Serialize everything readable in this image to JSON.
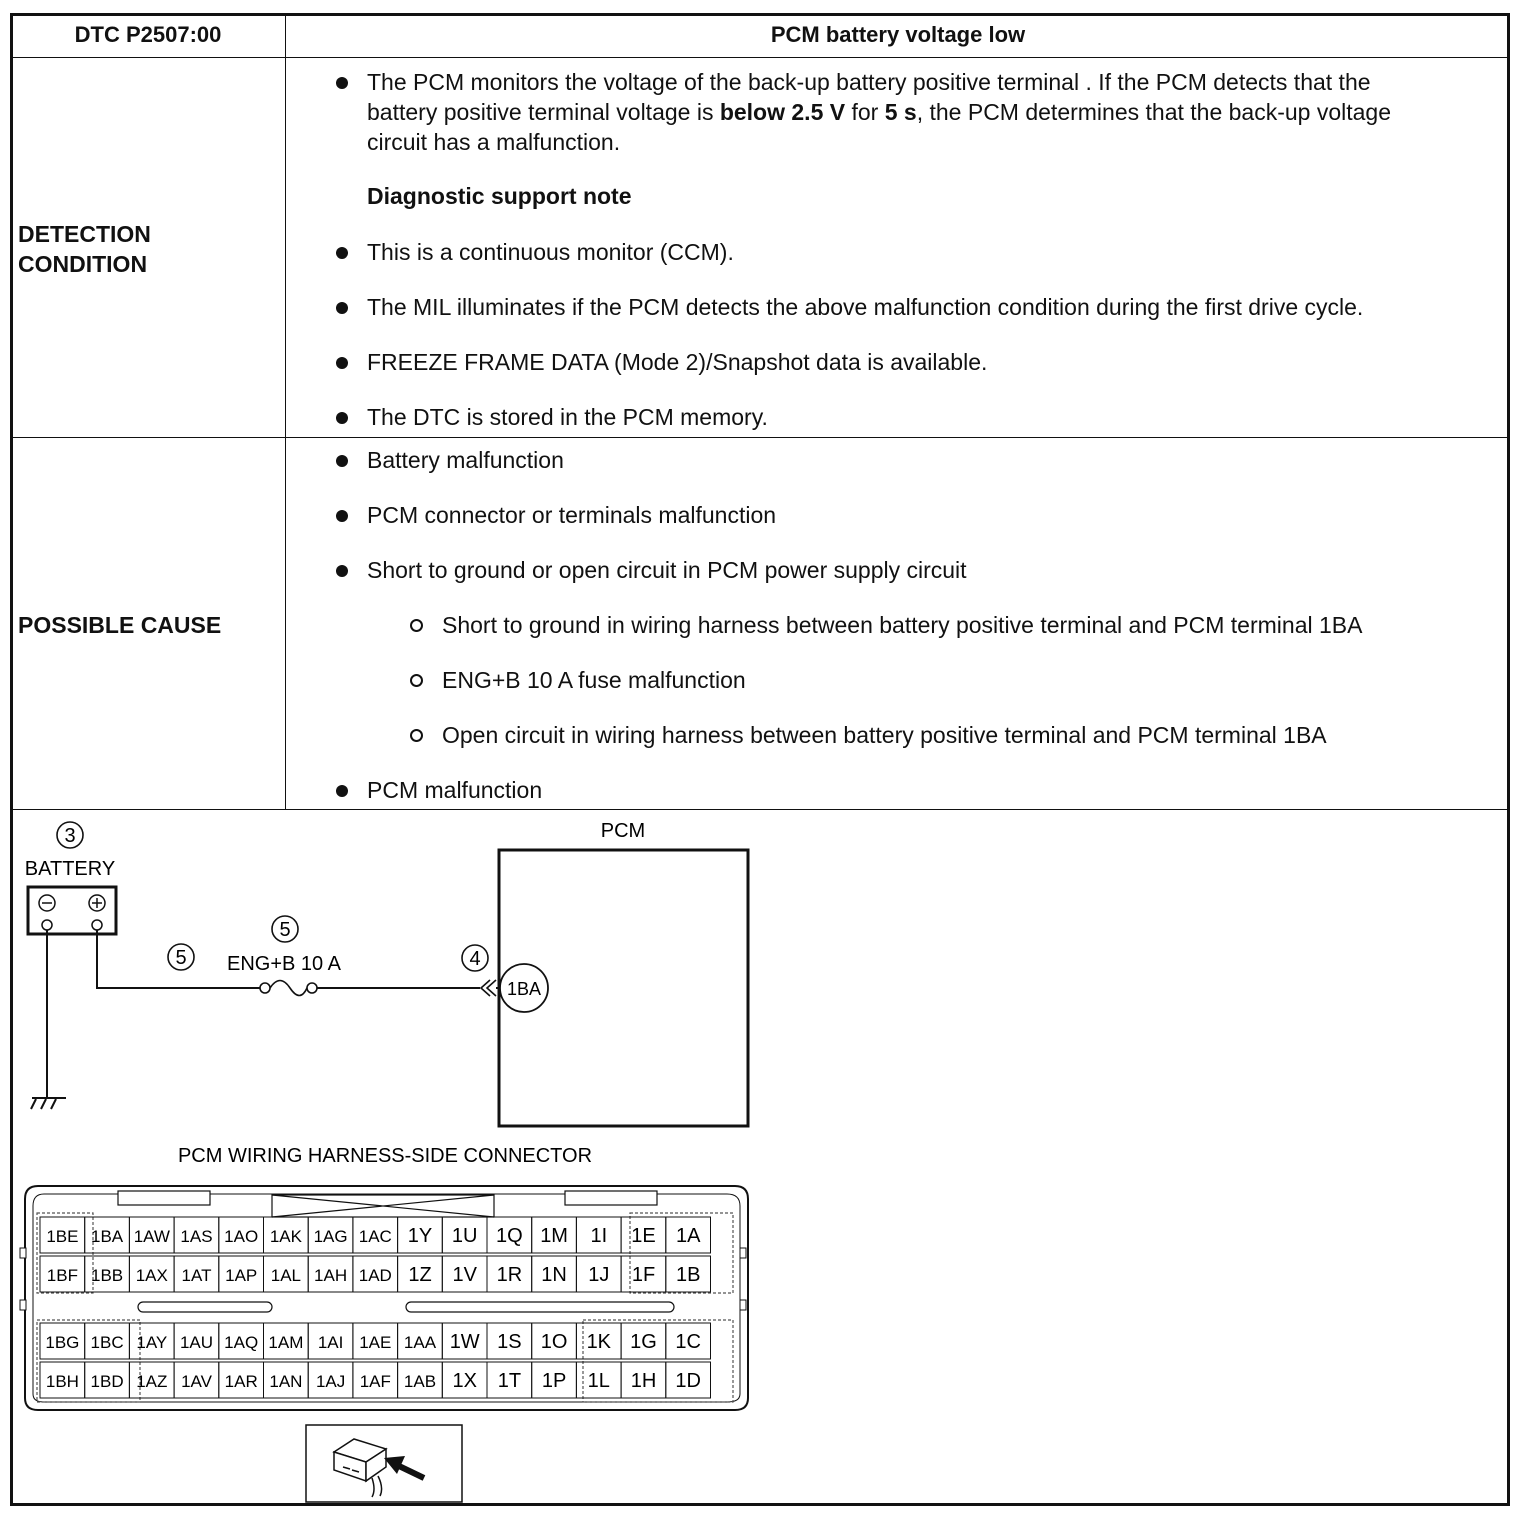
{
  "header": {
    "dtc": "DTC P2507:00",
    "title": "PCM battery voltage low"
  },
  "detection": {
    "label_line1": "DETECTION",
    "label_line2": "CONDITION",
    "p1_part1": "The PCM monitors the voltage of the back-up battery positive terminal . If the PCM detects that the",
    "p1_part2a": "battery positive terminal voltage is ",
    "p1_bold1": "below 2.5 V",
    "p1_part2b": " for ",
    "p1_bold2": "5 s",
    "p1_part2c": ", the PCM determines that the back-up voltage",
    "p1_part3": "circuit has a malfunction.",
    "support_note": "Diagnostic support note",
    "notes": [
      "This is a continuous monitor (CCM).",
      "The MIL illuminates if the PCM detects the above malfunction condition during the first drive cycle.",
      "FREEZE FRAME DATA (Mode 2)/Snapshot data is available.",
      "The DTC is stored in the PCM memory."
    ]
  },
  "cause": {
    "label": "POSSIBLE CAUSE",
    "items": [
      "Battery malfunction",
      "PCM connector or terminals malfunction",
      "Short to ground or open circuit in PCM power supply circuit",
      "PCM malfunction"
    ],
    "subitems": [
      "Short to ground in wiring harness between battery positive terminal and PCM terminal 1BA",
      "ENG+B 10 A fuse malfunction",
      "Open circuit in wiring harness between battery positive terminal and PCM terminal 1BA"
    ]
  },
  "diagram": {
    "battery_ref": "3",
    "battery_label": "BATTERY",
    "wire_ref": "5",
    "fuse_ref": "5",
    "fuse_label": "ENG+B 10 A",
    "connector_ref": "4",
    "pcm_label": "PCM",
    "pcm_terminal": "1BA",
    "connector_title": "PCM WIRING HARNESS-SIDE CONNECTOR",
    "connector_rows": [
      [
        "1BE",
        "1BA",
        "1AW",
        "1AS",
        "1AO",
        "1AK",
        "1AG",
        "1AC",
        "1Y",
        "1U",
        "1Q",
        "1M",
        "1I",
        "1E",
        "1A"
      ],
      [
        "1BF",
        "1BB",
        "1AX",
        "1AT",
        "1AP",
        "1AL",
        "1AH",
        "1AD",
        "1Z",
        "1V",
        "1R",
        "1N",
        "1J",
        "1F",
        "1B"
      ],
      [
        "1BG",
        "1BC",
        "1AY",
        "1AU",
        "1AQ",
        "1AM",
        "1AI",
        "1AE",
        "1AA",
        "1W",
        "1S",
        "1O",
        "1K",
        "1G",
        "1C"
      ],
      [
        "1BH",
        "1BD",
        "1AZ",
        "1AV",
        "1AR",
        "1AN",
        "1AJ",
        "1AF",
        "1AB",
        "1X",
        "1T",
        "1P",
        "1L",
        "1H",
        "1D"
      ]
    ]
  }
}
